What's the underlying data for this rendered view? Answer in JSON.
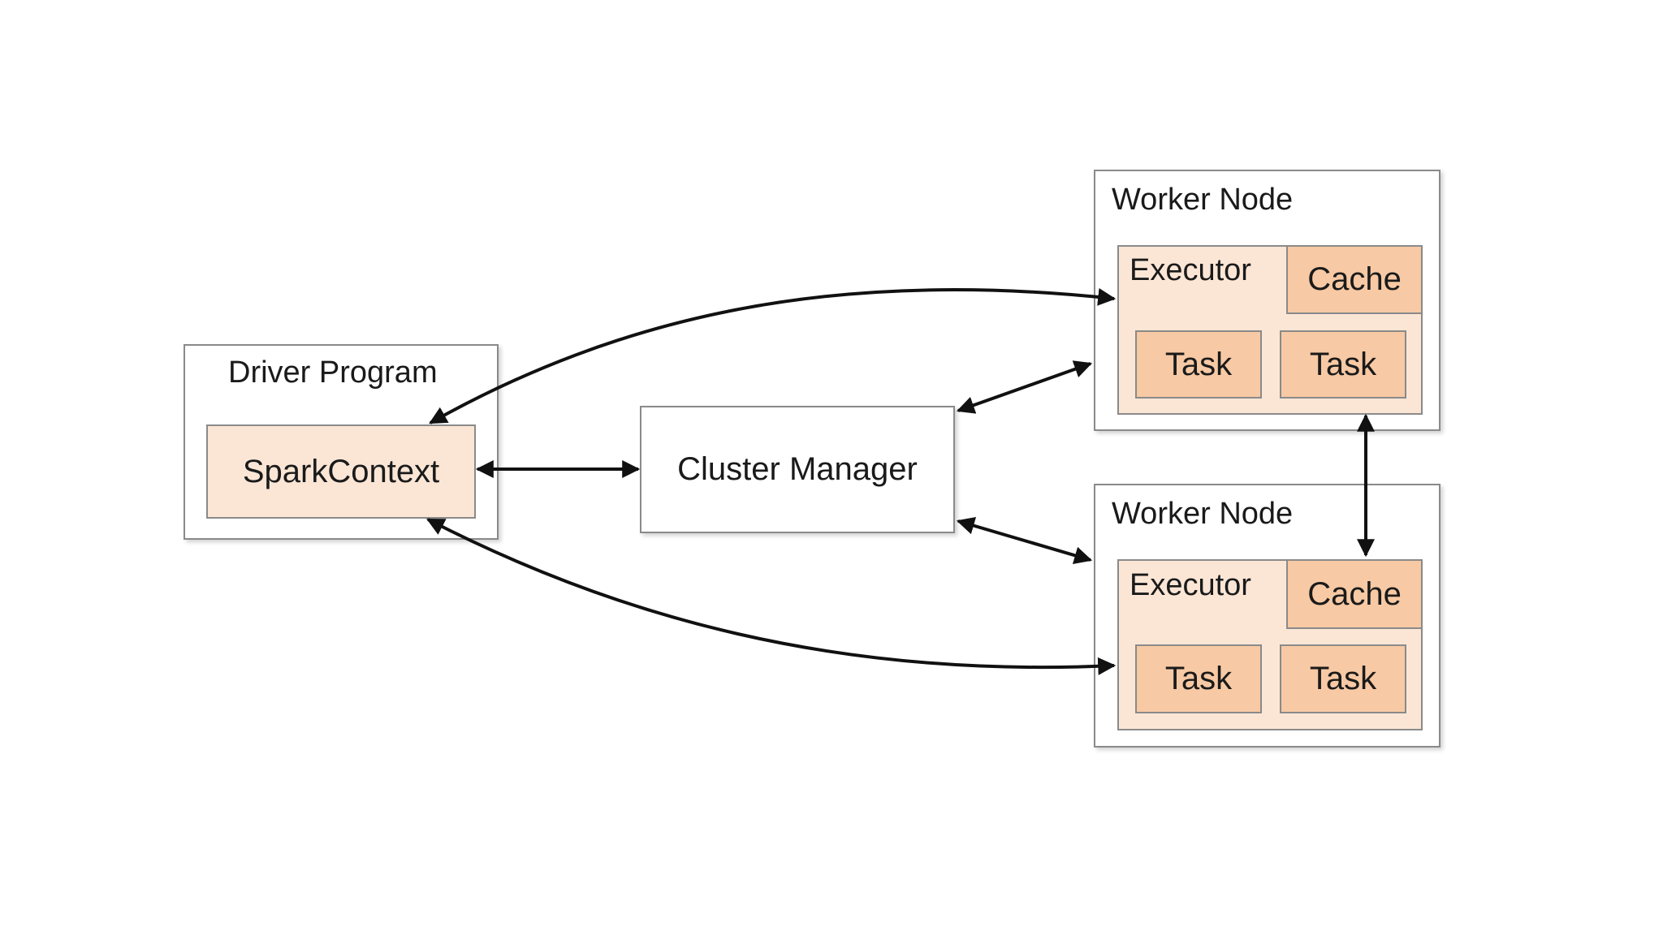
{
  "driver": {
    "title": "Driver Program",
    "context": "SparkContext"
  },
  "cluster_manager": {
    "label": "Cluster Manager"
  },
  "workers": [
    {
      "title": "Worker Node",
      "executor": "Executor",
      "cache": "Cache",
      "tasks": [
        "Task",
        "Task"
      ]
    },
    {
      "title": "Worker Node",
      "executor": "Executor",
      "cache": "Cache",
      "tasks": [
        "Task",
        "Task"
      ]
    }
  ]
}
